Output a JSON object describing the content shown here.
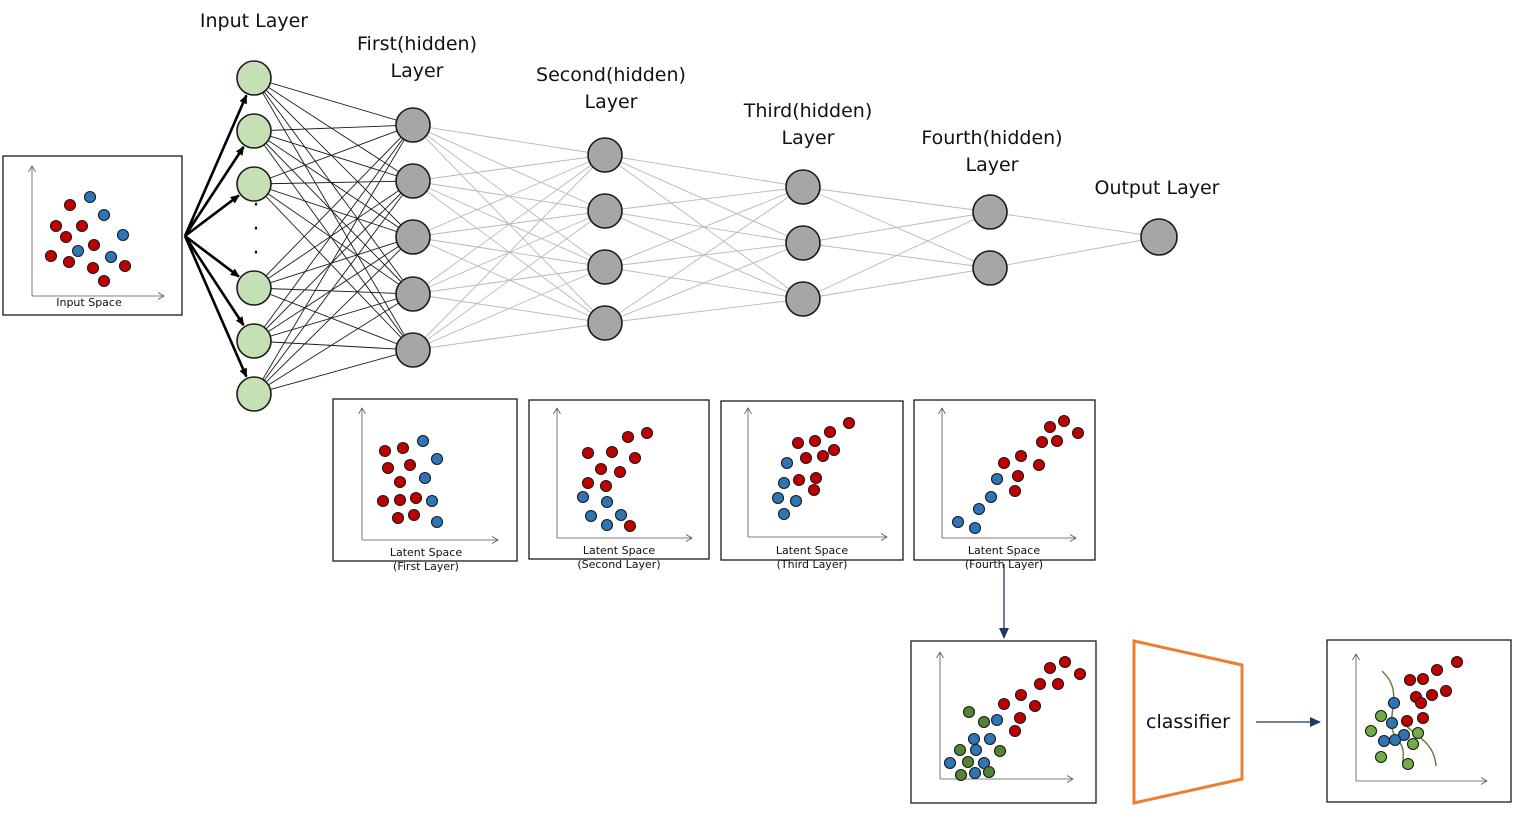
{
  "layers": [
    {
      "id": "input",
      "label": "Input Layer",
      "nodes": 6,
      "fill": "#c5e0b4"
    },
    {
      "id": "first",
      "label": "First(hidden) Layer",
      "nodes": 5,
      "fill": "#a6a6a6"
    },
    {
      "id": "second",
      "label": "Second(hidden) Layer",
      "nodes": 4,
      "fill": "#a6a6a6"
    },
    {
      "id": "third",
      "label": "Third(hidden) Layer",
      "nodes": 3,
      "fill": "#a6a6a6"
    },
    {
      "id": "fourth",
      "label": "Fourth(hidden) Layer",
      "nodes": 2,
      "fill": "#a6a6a6"
    },
    {
      "id": "output",
      "label": "Output Layer",
      "nodes": 1,
      "fill": "#a6a6a6"
    }
  ],
  "ellipsis": "·",
  "panels": {
    "input": {
      "caption": [
        "Input Space"
      ]
    },
    "first": {
      "caption": [
        "Latent Space",
        "(First Layer)"
      ]
    },
    "second": {
      "caption": [
        "Latent Space",
        "(Second Layer)"
      ]
    },
    "third": {
      "caption": [
        "Latent Space",
        "(Third Layer)"
      ]
    },
    "fourth": {
      "caption": [
        "Latent Space",
        "(Fourth Layer)"
      ]
    },
    "latent_clusters": {
      "caption": []
    },
    "classified": {
      "caption": []
    }
  },
  "classifier": {
    "label": "classifier",
    "stroke": "#ed7d31"
  },
  "colors": {
    "red": "#c00000",
    "blue": "#2e75b6",
    "green": "#548235",
    "light_green": "#70ad47",
    "arrow": "#1f3864"
  }
}
